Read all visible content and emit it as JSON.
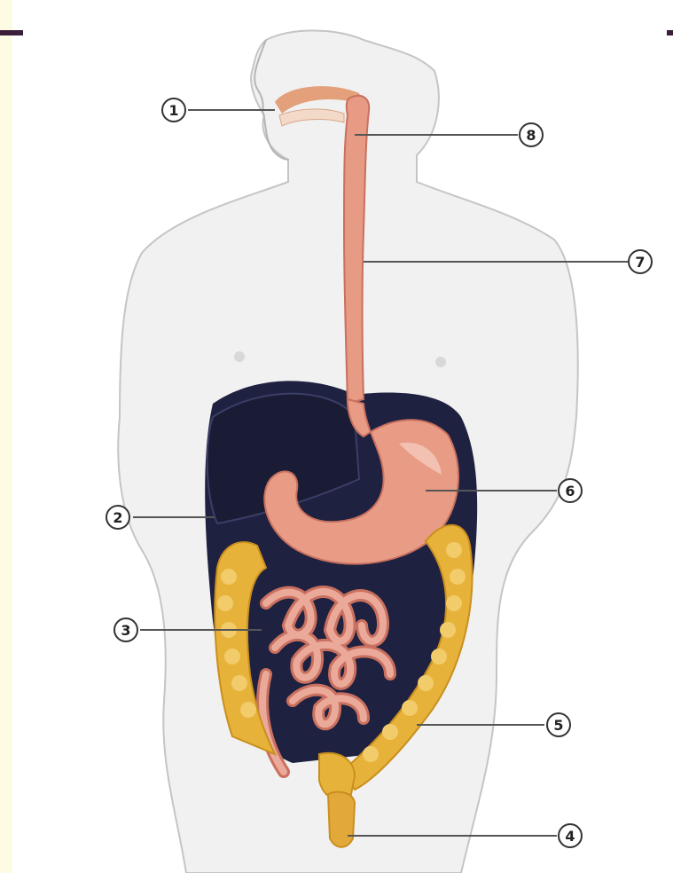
{
  "diagram": {
    "callouts": [
      {
        "id": "c1",
        "label": "1",
        "organ": "mouth"
      },
      {
        "id": "c2",
        "label": "2",
        "organ": "liver"
      },
      {
        "id": "c3",
        "label": "3",
        "organ": "small-intestine"
      },
      {
        "id": "c4",
        "label": "4",
        "organ": "rectum"
      },
      {
        "id": "c5",
        "label": "5",
        "organ": "large-intestine"
      },
      {
        "id": "c6",
        "label": "6",
        "organ": "stomach"
      },
      {
        "id": "c7",
        "label": "7",
        "organ": "esophagus"
      },
      {
        "id": "c8",
        "label": "8",
        "organ": "pharynx"
      }
    ],
    "colors": {
      "body_fill": "#f0f0f0",
      "body_outline": "#c8c8c8",
      "cavity": "#1e2140",
      "tract": "#e79a84",
      "tract_dark": "#c9705f",
      "intestine": "#e9a799",
      "colon": "#e6b23a",
      "colon_dark": "#c98f1e",
      "leader": "#555555"
    }
  }
}
